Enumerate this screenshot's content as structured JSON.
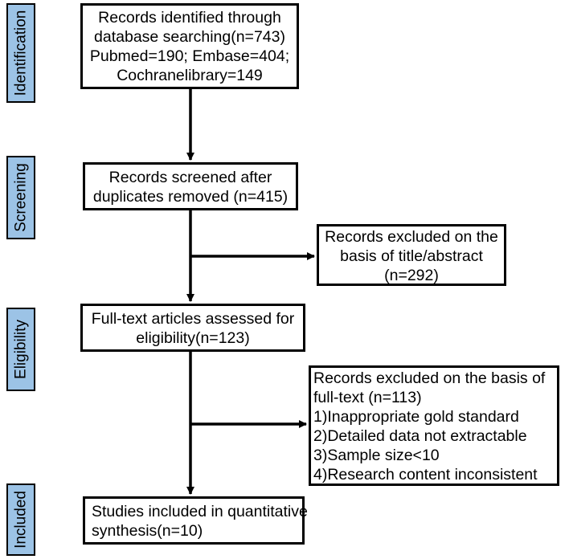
{
  "phases": {
    "identification": "Identification",
    "screening": "Screening",
    "eligibility": "Eligibility",
    "included": "Included"
  },
  "boxes": {
    "identified": {
      "lines": [
        "Records identified through",
        "database searching(n=743)",
        "Pubmed=190; Embase=404;",
        "Cochranelibrary=149"
      ]
    },
    "screened": {
      "lines": [
        "Records screened after",
        "duplicates removed (n=415)"
      ]
    },
    "excluded_title": {
      "lines": [
        "Records excluded on the",
        "basis of title/abstract",
        "(n=292)"
      ]
    },
    "full_text": {
      "lines": [
        "Full-text articles assessed for",
        "eligibility(n=123)"
      ]
    },
    "excluded_fulltext": {
      "lines": [
        "Records excluded on the basis of",
        "full-text (n=113)",
        "1)Inappropriate gold standard",
        "2)Detailed data not extractable",
        "3)Sample size<10",
        "4)Research content inconsistent"
      ]
    },
    "included": {
      "lines": [
        "Studies included in quantitative",
        "synthesis(n=10)"
      ]
    }
  },
  "colors": {
    "phase_fill": "#9cc3e6",
    "border": "#000000",
    "background": "#ffffff"
  }
}
